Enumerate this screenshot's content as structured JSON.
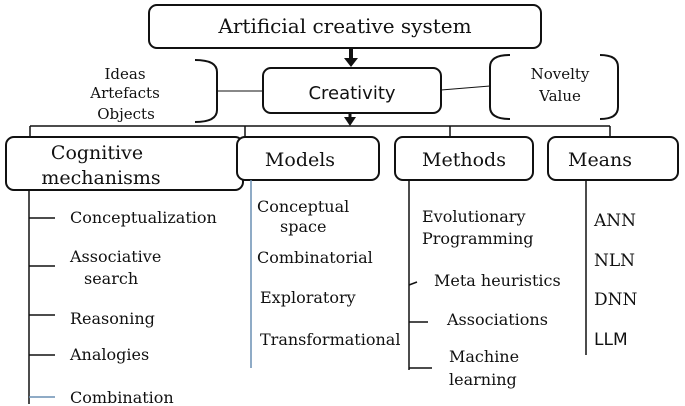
{
  "diagram": {
    "top_box": "Artificial creative system",
    "center_box": "Creativity",
    "left_bracket": {
      "line1": "Ideas",
      "line2": "Artefacts",
      "line3": "Objects"
    },
    "right_bracket": {
      "line1": "Novelty",
      "line2": "Value"
    },
    "categories": {
      "cognitive": {
        "title_line1": "Cognitive",
        "title_line2": "mechanisms",
        "items": [
          "Conceptualization",
          "Associative",
          "search",
          "Reasoning",
          "Analogies",
          "Combination"
        ]
      },
      "models": {
        "title": "Models",
        "items": [
          "Conceptual",
          "space",
          "Combinatorial",
          "Exploratory",
          "Transformational"
        ]
      },
      "methods": {
        "title": "Methods",
        "items": [
          "Evolutionary",
          "Programming",
          "Meta heuristics",
          "Associations",
          "Machine",
          "learning"
        ]
      },
      "means": {
        "title": "Means",
        "items": [
          "ANN",
          "NLN",
          "DNN",
          "LLM"
        ]
      }
    }
  }
}
